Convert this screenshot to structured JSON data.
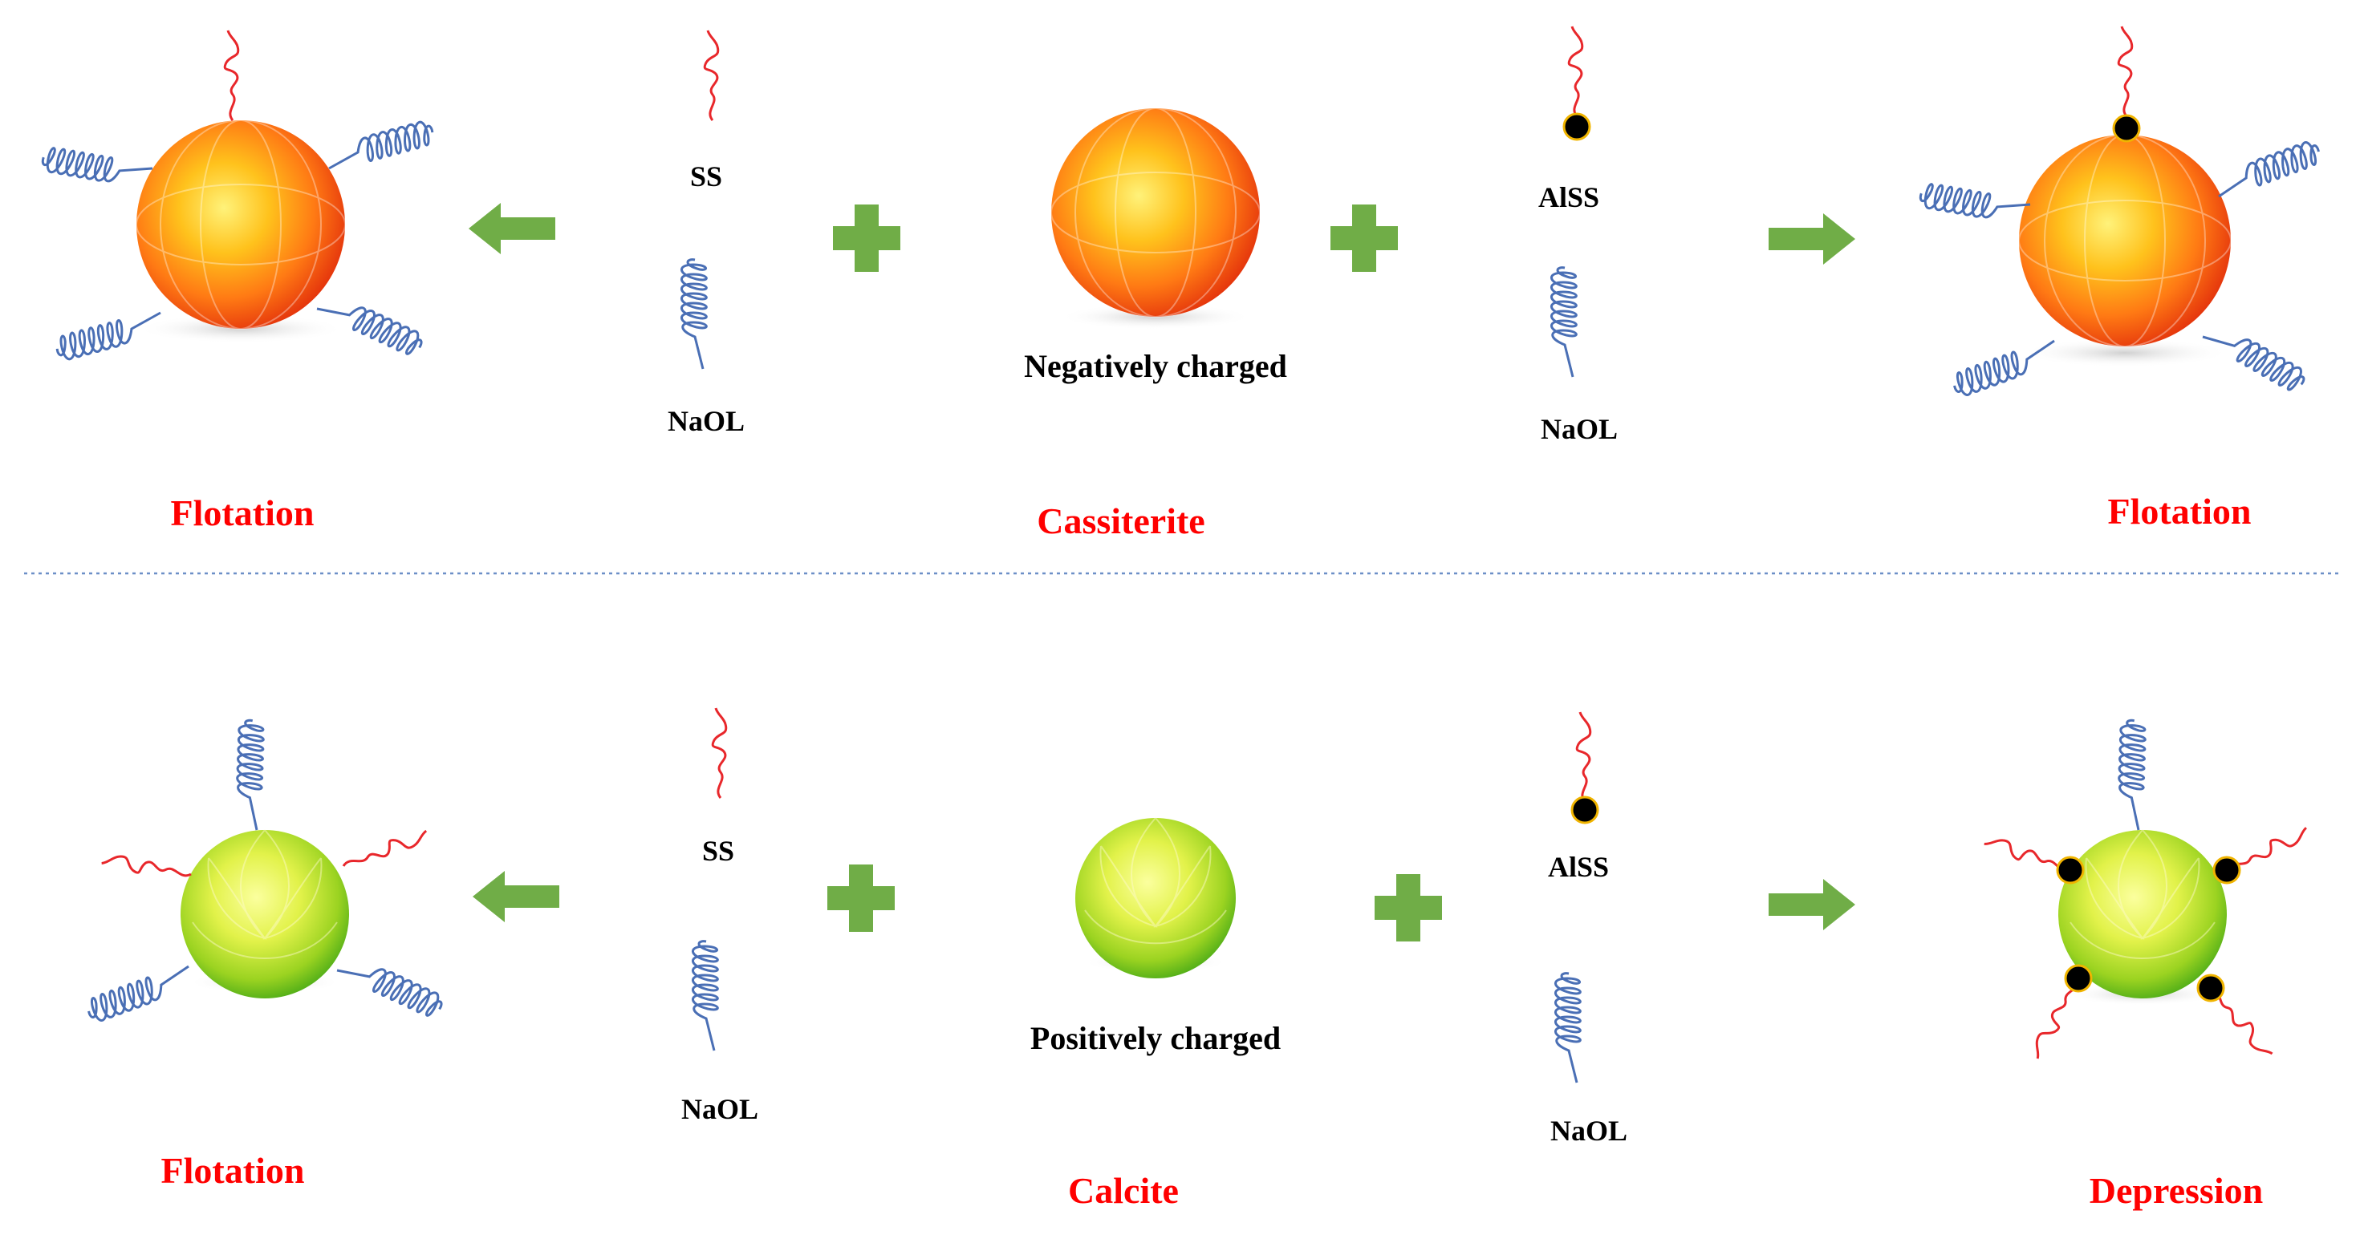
{
  "colors": {
    "tail_red": "#e8272b",
    "coil_blue": "#4a6fb5",
    "arrow_green": "#70ad47",
    "ion_black": "#000000",
    "ion_ring": "#f0b400",
    "result_red": "#ff0000",
    "divider": "#6c8fc7"
  },
  "icons": {
    "cassiterite_particle": "orange-sphere",
    "calcite_particle": "green-sphere",
    "ss_molecule": "red-squiggle",
    "naol_molecule": "blue-coil",
    "alss_molecule": "red-squiggle-with-black-dot",
    "plus": "green-plus",
    "arrow_left": "green-arrow-left",
    "arrow_right": "green-arrow-right"
  },
  "top_row": {
    "left_result": "Flotation",
    "reagent_left_1": "SS",
    "reagent_left_2": "NaOL",
    "mineral_charge": "Negatively charged",
    "mineral_name": "Cassiterite",
    "reagent_right_1": "AlSS",
    "reagent_right_2": "NaOL",
    "right_result": "Flotation"
  },
  "bottom_row": {
    "left_result": "Flotation",
    "reagent_left_1": "SS",
    "reagent_left_2": "NaOL",
    "mineral_charge": "Positively charged",
    "mineral_name": "Calcite",
    "reagent_right_1": "AlSS",
    "reagent_right_2": "NaOL",
    "right_result": "Depression"
  }
}
